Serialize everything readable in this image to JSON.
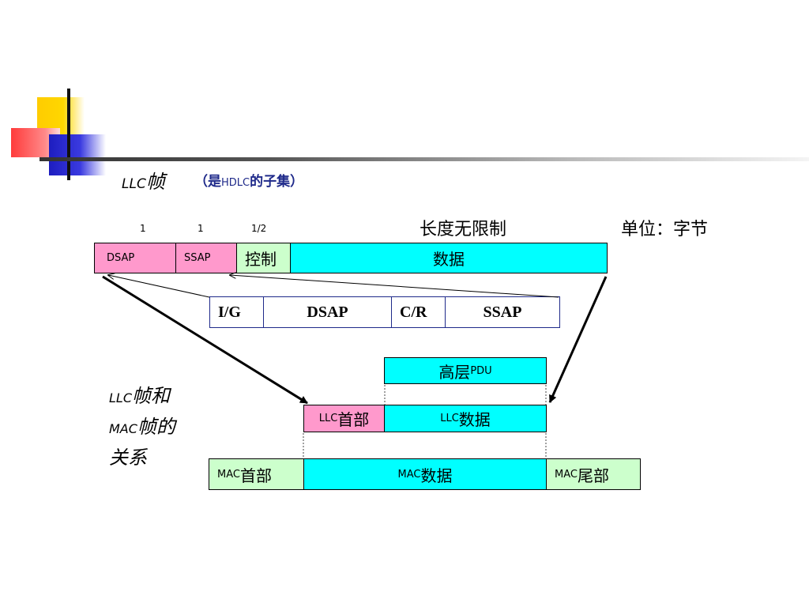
{
  "title": {
    "llc": "LLC",
    "frame": "帧",
    "paren_open": "（是",
    "hdlc": "HDLC",
    "paren_close": "的子集）"
  },
  "sizes": {
    "dsap": "1",
    "ssap": "1",
    "control": "1/2"
  },
  "notes": {
    "length": "长度无限制",
    "unit": "单位：字节"
  },
  "llc_frame": {
    "dsap": "DSAP",
    "ssap": "SSAP",
    "control": "控制",
    "data": "数据"
  },
  "address_field": {
    "ig": "I/G",
    "dsap": "DSAP",
    "cr": "C/R",
    "ssap": "SSAP"
  },
  "upper_pdu": {
    "cjk": "高层",
    "latin": "PDU"
  },
  "llc_row": {
    "header_latin": "LLC",
    "header_cjk": "首部",
    "data_latin": "LLC",
    "data_cjk": "数据"
  },
  "mac_row": {
    "header_latin": "MAC",
    "header_cjk": "首部",
    "data_latin": "MAC",
    "data_cjk": "数据",
    "trailer_latin": "MAC",
    "trailer_cjk": "尾部"
  },
  "relation": {
    "line1_latin": "LLC",
    "line1_cjk": "帧和",
    "line2_latin": "MAC",
    "line2_cjk": "帧的",
    "line3": "关系"
  },
  "colors": {
    "pink": "#ff99cc",
    "green": "#ccffcc",
    "cyan": "#00ffff",
    "accent_blue": "#1f2a8a"
  }
}
